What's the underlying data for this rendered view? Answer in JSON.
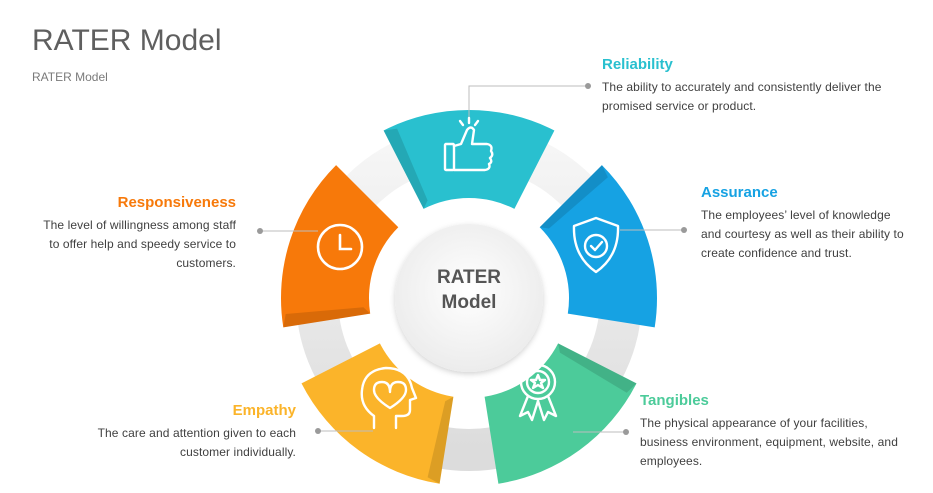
{
  "page": {
    "title": "RATER Model",
    "subtitle": "RATER Model"
  },
  "center": {
    "line1": "RATER",
    "line2": "Model"
  },
  "items": [
    {
      "key": "reliability",
      "title": "Reliability",
      "description": "The ability to accurately and consistently deliver the promised  service or product.",
      "color": "#29c0cf",
      "icon": "thumbs-up-icon"
    },
    {
      "key": "assurance",
      "title": "Assurance",
      "description": "The employees’ level of knowledge and courtesy as well as their ability to create confidence  and trust.",
      "color": "#16a2e3",
      "icon": "shield-check-icon"
    },
    {
      "key": "tangibles",
      "title": "Tangibles",
      "description": "The physical appearance  of your facilities, business environment, equipment, website, and employees.",
      "color": "#4ccb9a",
      "icon": "award-ribbon-icon"
    },
    {
      "key": "empathy",
      "title": "Empathy",
      "description": "The care and attention given to each customer individually.",
      "color": "#fbb42a",
      "icon": "head-heart-icon"
    },
    {
      "key": "responsiveness",
      "title": "Responsiveness",
      "description": "The level of willingness  among staff to offer help and speedy service to customers.",
      "color": "#f7790a",
      "icon": "clock-icon"
    }
  ]
}
